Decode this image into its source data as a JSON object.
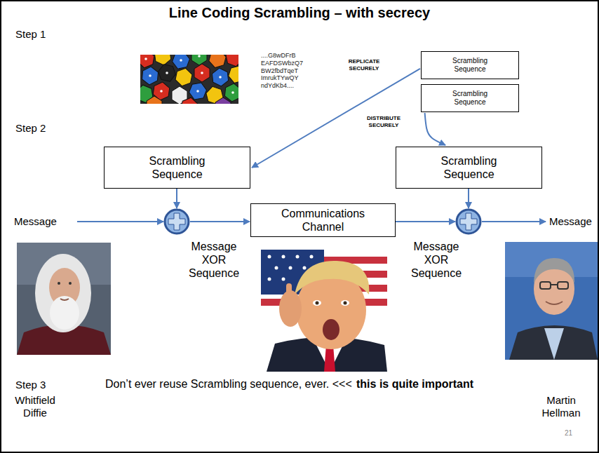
{
  "diagram": {
    "title": "Line Coding Scrambling – with secrecy",
    "nodes": [
      {
        "text": [
          "Scrambling Sequence"
        ]
      },
      {
        "text": [
          "Scrambling Sequence"
        ]
      },
      {
        "text": [
          "Scrambling Sequence"
        ]
      },
      {
        "text": [
          "Scrambling Sequence"
        ]
      },
      {
        "text": [
          "Communications Channel"
        ]
      }
    ],
    "edges": [
      {
        "from": 0,
        "to": 2,
        "arrow": "to",
        "label": "REPLICATE SECURELY"
      },
      {
        "from": 1,
        "to": 3,
        "arrow": "to",
        "label": "DISTRIBUTE SECURELY"
      }
    ],
    "labels": [
      "Step 1",
      "....G8wDFrB EAFDSWbzQ7 BW2fbdTqeT ImrukTYwQY ndYdKb4....",
      "Step 2",
      "Message",
      "Message XOR Sequence",
      "Message XOR Sequence",
      "Message",
      "Step 3",
      "Don’t ever reuse Scrambling sequence, ever. <<<",
      "this is quite important",
      "Whitfield Diffie",
      "Martin Hellman",
      "21"
    ]
  }
}
